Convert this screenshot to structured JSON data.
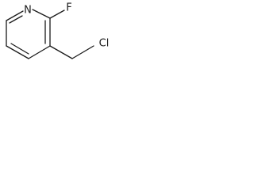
{
  "molecule": {
    "atoms": {
      "nitrogen": "N",
      "fluorine": "F",
      "chlorine": "Cl"
    },
    "colors": {
      "ink": "#1a1a1a",
      "background": "#ffffff"
    }
  }
}
